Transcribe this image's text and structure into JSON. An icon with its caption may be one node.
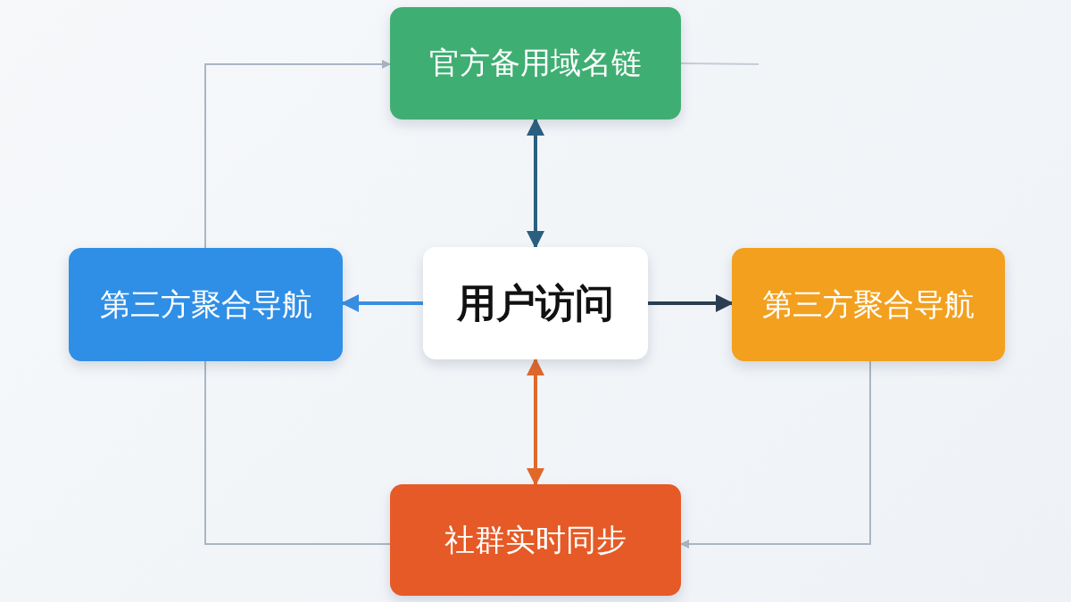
{
  "diagram": {
    "nodes": [
      {
        "text": [
          "官方备用域名链"
        ]
      },
      {
        "text": [
          "第三方聚合导航"
        ]
      },
      {
        "text": [
          "用户访问"
        ]
      },
      {
        "text": [
          "第三方聚合导航"
        ]
      },
      {
        "text": [
          "社群实时同步"
        ]
      }
    ],
    "edges": [
      {
        "from": 2,
        "to": 0,
        "arrow": "both",
        "style": "thick",
        "color": "#2a5f80"
      },
      {
        "from": 2,
        "to": 1,
        "arrow": "to",
        "style": "thick",
        "color": "#3a8ee0"
      },
      {
        "from": 2,
        "to": 3,
        "arrow": "to",
        "style": "thick",
        "color": "#2b3e50"
      },
      {
        "from": 2,
        "to": 4,
        "arrow": "both",
        "style": "thick",
        "color": "#e0682a"
      },
      {
        "from": 1,
        "to": 0,
        "arrow": "to",
        "color": "#aab5c4"
      },
      {
        "from": 1,
        "to": 4,
        "arrow": "none",
        "color": "#aab5c4"
      },
      {
        "from": 3,
        "to": 4,
        "arrow": "to",
        "color": "#aab5c4"
      },
      {
        "from": 0,
        "to": null,
        "arrow": "none",
        "color": "#c4ccd6"
      }
    ]
  }
}
